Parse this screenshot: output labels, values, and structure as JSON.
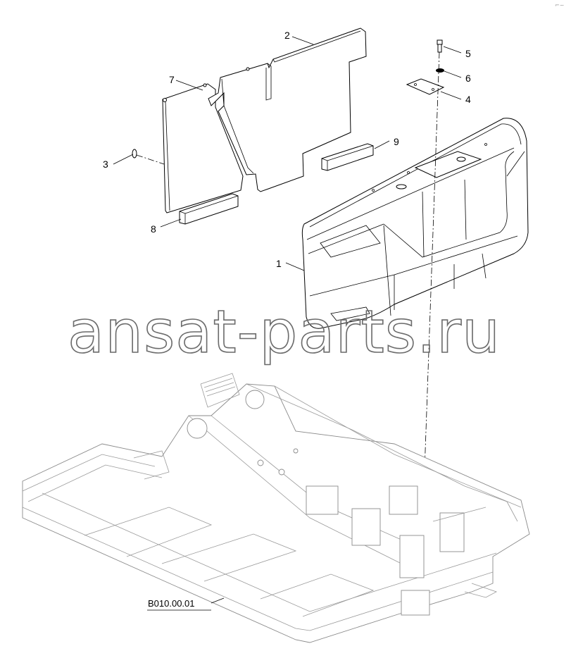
{
  "callouts": [
    {
      "id": "c1",
      "label": "1"
    },
    {
      "id": "c2",
      "label": "2"
    },
    {
      "id": "c3",
      "label": "3"
    },
    {
      "id": "c4",
      "label": "4"
    },
    {
      "id": "c5",
      "label": "5"
    },
    {
      "id": "c6",
      "label": "6"
    },
    {
      "id": "c7",
      "label": "7"
    },
    {
      "id": "c8",
      "label": "8"
    },
    {
      "id": "c9",
      "label": "9"
    }
  ],
  "reference": {
    "label": "B010.00.01"
  },
  "watermark": {
    "text": "ansat-parts.ru"
  },
  "corner_mark": {
    "text": "⌐~"
  }
}
